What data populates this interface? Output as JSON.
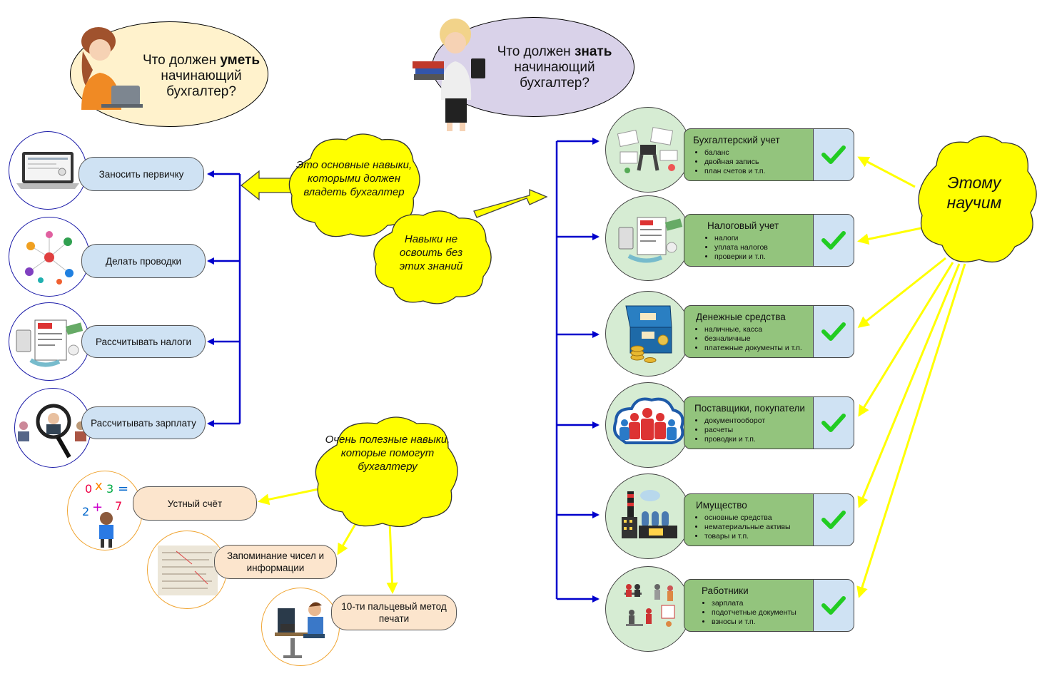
{
  "header_left": {
    "line1_prefix": "Что должен ",
    "line1_bold": "уметь",
    "line2": "начинающий",
    "line3": "бухгалтер?"
  },
  "header_right": {
    "line1_prefix": "Что должен ",
    "line1_bold": "знать",
    "line2": "начинающий",
    "line3": "бухгалтер?"
  },
  "skills": [
    {
      "label": "Заносить первичку",
      "icon": "laptop-icon"
    },
    {
      "label": "Делать проводки",
      "icon": "network-icon"
    },
    {
      "label": "Рассчитывать налоги",
      "icon": "tax-form-icon"
    },
    {
      "label": "Рассчитывать зарплату",
      "icon": "magnifier-people-icon"
    }
  ],
  "useful_skills": [
    {
      "label": "Устный счёт",
      "icon": "math-kid-icon"
    },
    {
      "label": "Запоминание чисел и информации",
      "icon": "notes-board-icon"
    },
    {
      "label": "10-ти пальцевый метод печати",
      "icon": "typing-person-icon"
    }
  ],
  "clouds": {
    "main_skills": "Это основные навыки, которыми должен владеть бухгалтер",
    "need_knowledge": "Навыки не освоить без этих знаний",
    "useful": "Очень полезные навыки, которые помогут бухгалтеру",
    "teach": "Этому научим"
  },
  "topics": [
    {
      "title": "Бухгалтерский учет",
      "bullets": [
        "баланс",
        "двойная запись",
        "план счетов и т.п."
      ],
      "icon": "documents-desk-icon"
    },
    {
      "title": "Налоговый учет",
      "bullets": [
        "налоги",
        "уплата налогов",
        "проверки и т.п."
      ],
      "icon": "tax-calculator-icon"
    },
    {
      "title": "Денежные средства",
      "bullets": [
        "наличные, касса",
        "безналичные",
        "платежные документы и т.п."
      ],
      "icon": "money-safe-icon"
    },
    {
      "title": "Поставщики, покупатели",
      "bullets": [
        "документооборот",
        "расчеты",
        "проводки и т.п."
      ],
      "icon": "people-cloud-icon"
    },
    {
      "title": "Имущество",
      "bullets": [
        "основные средства",
        "нематериальные активы",
        "товары и т.п."
      ],
      "icon": "factory-icon"
    },
    {
      "title": "Работники",
      "bullets": [
        "зарплата",
        "подотчетные документы",
        "взносы и т.п."
      ],
      "icon": "office-workers-icon"
    }
  ],
  "colors": {
    "blue_connector": "#0000cc",
    "yellow_arrow": "#ffff00",
    "green_card": "#93c47d",
    "check_box": "#cfe2f3",
    "checkmark": "#22cc22"
  }
}
